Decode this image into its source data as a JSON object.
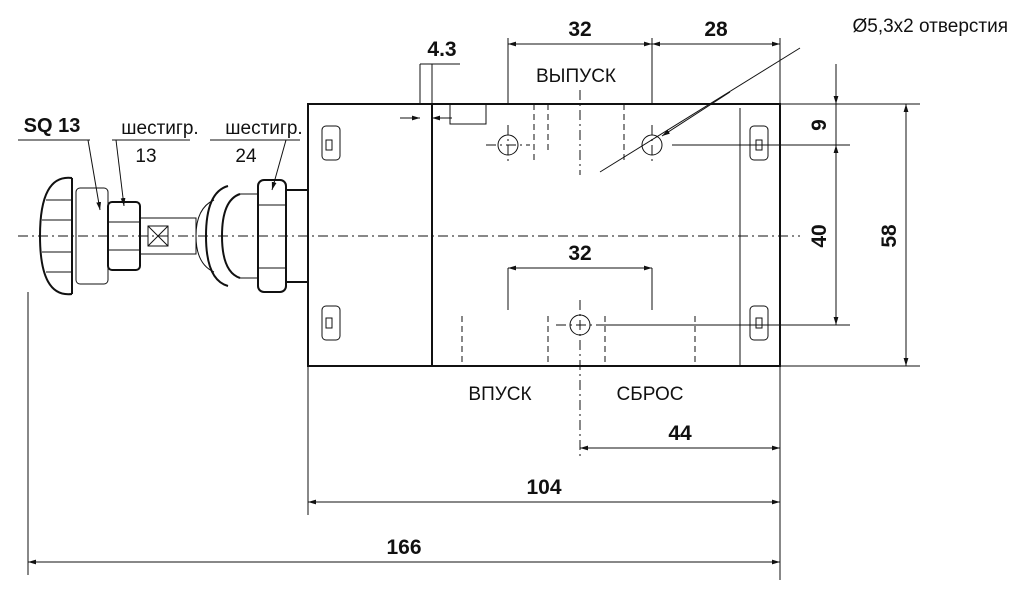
{
  "dimensions": {
    "top_left": "32",
    "top_right": "28",
    "offset": "4.3",
    "inner_width": "32",
    "right_top": "9",
    "right_mid": "40",
    "right_total": "58",
    "bottom_sub": "44",
    "bottom_body": "104",
    "bottom_total": "166"
  },
  "labels": {
    "holes": "Ø5,3x2 отверстия",
    "outlet": "ВЫПУСК",
    "inlet": "ВПУСК",
    "exhaust": "СБРОС",
    "sq": "SQ 13",
    "hex1_top": "шестигр.",
    "hex1_bottom": "13",
    "hex2_top": "шестигр.",
    "hex2_bottom": "24"
  }
}
